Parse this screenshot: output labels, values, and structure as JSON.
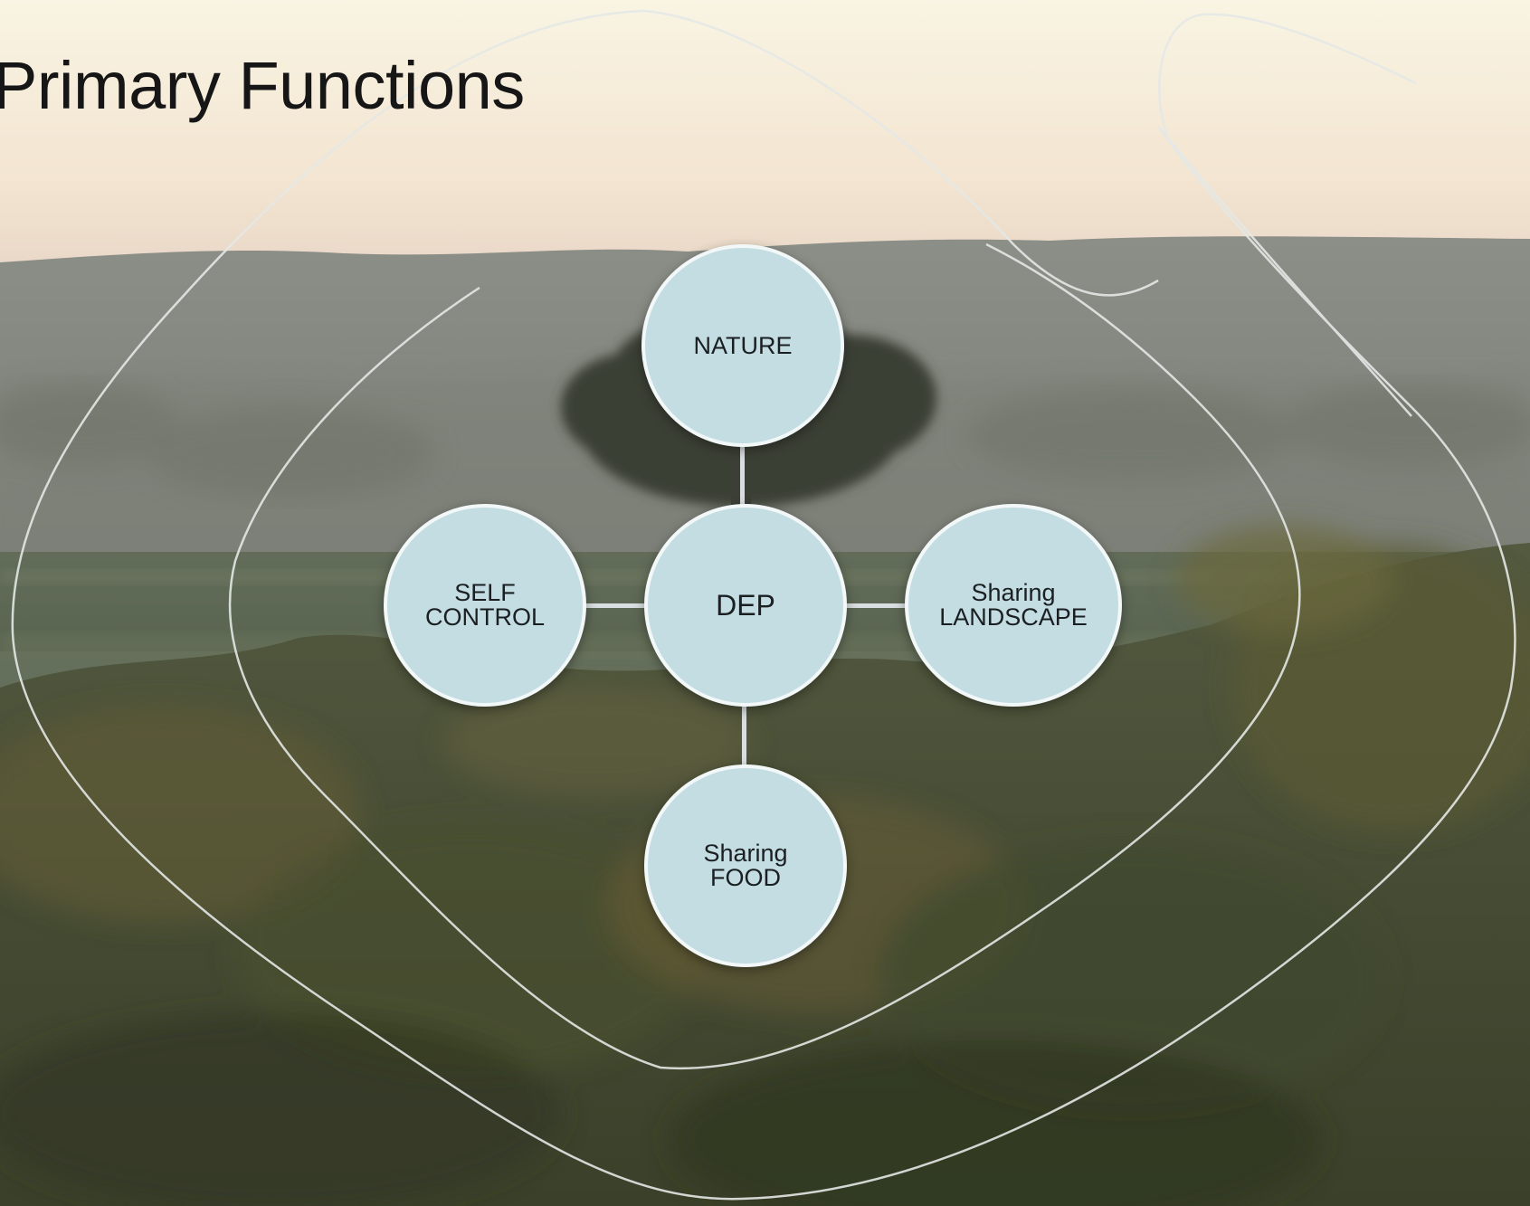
{
  "slide": {
    "title": "Primary Functions"
  },
  "diagram": {
    "center": {
      "label_lines": [
        "DEP"
      ]
    },
    "nodes": {
      "top": {
        "label_lines": [
          "NATURE"
        ]
      },
      "left": {
        "label_lines": [
          "SELF",
          "CONTROL"
        ]
      },
      "right": {
        "label_lines": [
          "Sharing",
          "LANDSCAPE"
        ]
      },
      "bottom": {
        "label_lines": [
          "Sharing",
          "FOOD"
        ]
      }
    },
    "colors": {
      "node_fill": "#c3dde2",
      "node_border": "#f2f7f8",
      "connector": "#d9dfe0",
      "outline_curves": "#e4e8e6"
    }
  }
}
